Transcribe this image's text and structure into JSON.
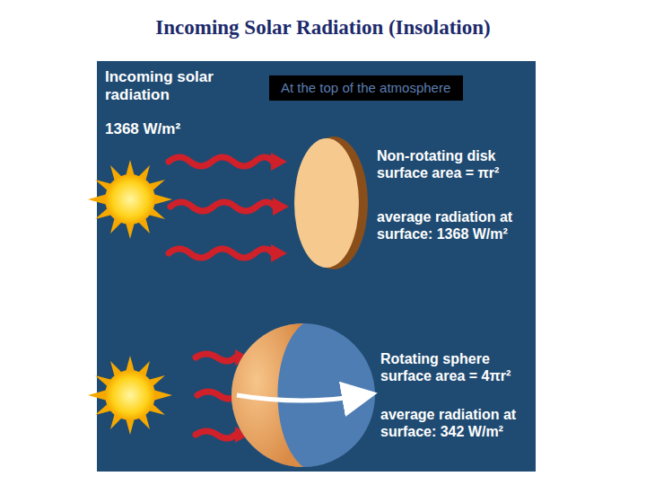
{
  "diagram": {
    "title": "Incoming Solar Radiation (Insolation)",
    "nodes": [
      {
        "text": [
          "Incoming solar radiation",
          "1368 W/m²"
        ]
      },
      {
        "text": [
          "At the top of the atmosphere"
        ],
        "in": 0
      }
    ],
    "labels": [
      "Non-rotating disk surface area = πr²",
      "average radiation at surface: 1368 W/m²",
      "Rotating sphere surface area = 4πr²",
      "average radiation at surface: 342 W/m²"
    ]
  }
}
